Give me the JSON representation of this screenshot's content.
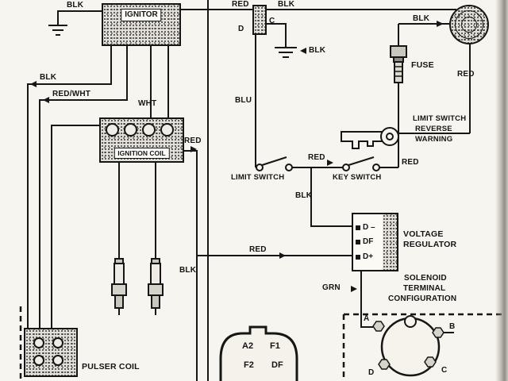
{
  "components": {
    "ignitor": {
      "label": "IGNITOR"
    },
    "ignition_coil": {
      "label": "IGNITION COIL"
    },
    "pulser_coil": {
      "label": "PULSER COIL"
    },
    "fuse": {
      "label": "FUSE"
    },
    "limit_switch": {
      "label": "LIMIT SWITCH"
    },
    "key_switch": {
      "label": "KEY SWITCH"
    },
    "reverse_warning_switch": {
      "line1": "LIMIT SWITCH",
      "line2": "REVERSE",
      "line3": "WARNING"
    },
    "voltage_regulator": {
      "name_line1": "VOLTAGE",
      "name_line2": "REGULATOR",
      "terminals": [
        "D –",
        "DF",
        "D+"
      ]
    },
    "solenoid": {
      "title_line1": "SOLENOID",
      "title_line2": "TERMINAL",
      "title_line3": "CONFIGURATION",
      "terminals": {
        "a": "A",
        "b": "B",
        "c": "C",
        "d": "D"
      }
    },
    "motor": {
      "terminals": {
        "a2": "A2",
        "f1": "F1",
        "f2": "F2",
        "df": "DF"
      }
    },
    "top_connector": {
      "terminal_c": "C",
      "terminal_d": "D"
    }
  },
  "wire_labels": {
    "blk_ignitor_ground": "BLK",
    "red_ignitor_out": "RED",
    "blk_connector_out": "BLK",
    "blk_horn": "BLK",
    "blk_center_ground": "BLK",
    "red_right_drop": "RED",
    "blk_left_drop": "BLK",
    "red_wht_left_drop": "RED/WHT",
    "wht_coil_feed": "WHT",
    "blu_drop": "BLU",
    "red_coil_out": "RED",
    "red_switch_row": "RED",
    "red_key_to_fuse": "RED",
    "blk_to_regulator": "BLK",
    "red_to_regulator": "RED",
    "blk_center_drop": "BLK",
    "grn_drop": "GRN"
  }
}
